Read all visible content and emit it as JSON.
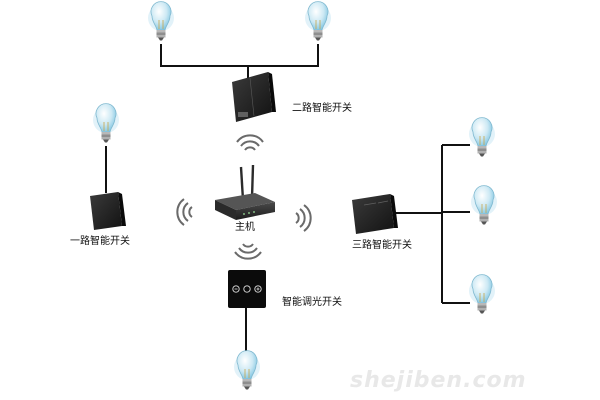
{
  "labels": {
    "two_way_switch": "二路智能开关",
    "one_way_switch": "一路智能开关",
    "hub": "主机",
    "three_way_switch": "三路智能开关",
    "dimmer_switch": "智能调光开关"
  },
  "watermark": "shejiben.com",
  "colors": {
    "wire": "#111111",
    "switch_panel": "#2a2a2a",
    "switch_panel_dark": "#0c0c0c",
    "bulb_glass": "#d8eef8",
    "bulb_glow": "#9ad4ec",
    "bulb_base": "#8e8e8e",
    "signal_wave": "#6a6a6a",
    "router": "#333333"
  },
  "icons": {
    "bulb": "light-bulb-icon",
    "switch": "wall-switch-icon",
    "hub": "wireless-router-icon",
    "signal": "wifi-signal-icon"
  }
}
